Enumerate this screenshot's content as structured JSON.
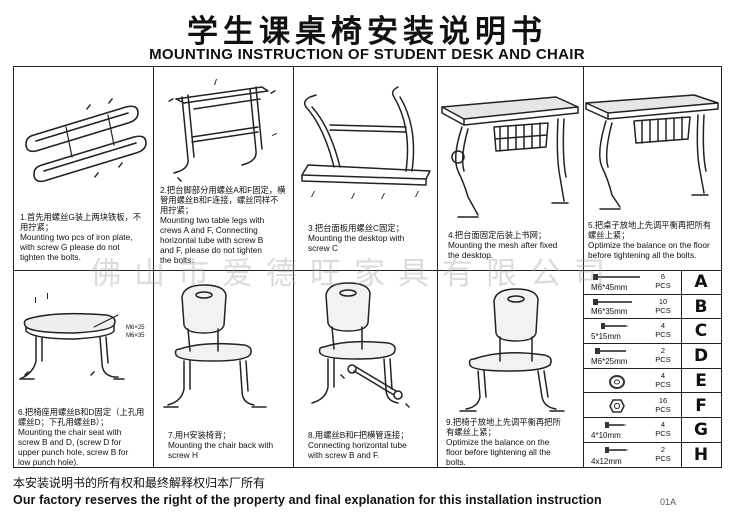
{
  "header": {
    "title_cn": "学生课桌椅安装说明书",
    "title_en": "MOUNTING INSTRUCTION OF STUDENT DESK AND CHAIR"
  },
  "watermark": "佛山市爱德旺家具有限公司",
  "steps": [
    {
      "lines": [
        "1.首先用螺丝G装上两块铁板，不",
        "用拧紧；",
        "Mounting two pcs of iron plate,",
        "with screw G please do not",
        "tighten the bolts."
      ]
    },
    {
      "lines": [
        "2.把台脚部分用螺丝A和F固定，横",
        "管用螺丝B和F连接，螺丝同样不",
        "用拧紧；",
        "Mounting two table legs with",
        "crews A and F, Connecting",
        "horizontal tube with screw B",
        "and F, please do not tighten",
        "the bolts."
      ]
    },
    {
      "lines": [
        "3.把台面板用螺丝C固定；",
        "Mounting the desktop with",
        "screw C"
      ]
    },
    {
      "lines": [
        "4.把台面固定后装上书网；",
        "Mounting the mesh after fixed",
        "the desktop."
      ]
    },
    {
      "lines": [
        "5.把桌子放地上先调平衡再把所有",
        "螺丝上紧；",
        "Optimize the balance on the floor",
        "before tightening all the bolts."
      ]
    },
    {
      "lines": [
        "6.把椅座用螺丝B和D固定（上孔用",
        "螺丝D；下孔用螺丝B）；",
        "Mounting the chair seat with",
        "screw B and D, (screw D for",
        "upper punch hole, screw B for",
        "low punch hole)."
      ]
    },
    {
      "lines": [
        "7.用H安装椅背；",
        "Mounting the chair back with",
        "screw H"
      ]
    },
    {
      "lines": [
        "8.用螺丝B和F把横管连接；",
        "Connecting horizontal tube",
        "with screw B and F."
      ]
    },
    {
      "lines": [
        "9.把椅子放地上先调平衡再把所",
        "有螺丝上紧；",
        "Optimize the balance on the",
        "floor before tightening all the",
        "bolts."
      ]
    }
  ],
  "step6_labels": {
    "m6_25": "M6×25",
    "m6_35": "M6×35"
  },
  "parts": [
    {
      "name": "M6*45mm",
      "qty": "6",
      "unit": "PCS",
      "letter": "A"
    },
    {
      "name": "M6*35mm",
      "qty": "10",
      "unit": "PCS",
      "letter": "B"
    },
    {
      "name": "5*15mm",
      "qty": "4",
      "unit": "PCS",
      "letter": "C"
    },
    {
      "name": "M6*25mm",
      "qty": "2",
      "unit": "PCS",
      "letter": "D"
    },
    {
      "name": "",
      "qty": "4",
      "unit": "PCS",
      "letter": "E"
    },
    {
      "name": "",
      "qty": "16",
      "unit": "PCS",
      "letter": "F"
    },
    {
      "name": "4*10mm",
      "qty": "4",
      "unit": "PCS",
      "letter": "G"
    },
    {
      "name": "4x12mm",
      "qty": "2",
      "unit": "PCS",
      "letter": "H"
    }
  ],
  "footer": {
    "copyright_cn": "本安装说明书的所有权和最终解释权归本厂所有",
    "copyright_en": "Our factory reserves the right of the property and final explanation for this installation instruction",
    "doc_code": "01A"
  }
}
